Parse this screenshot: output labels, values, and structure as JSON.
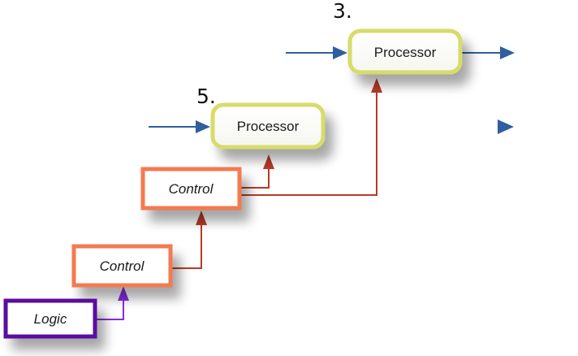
{
  "diagram": {
    "steps": {
      "top": "3.",
      "middle": "5."
    },
    "nodes": {
      "processor_top": "Processor",
      "processor_mid": "Processor",
      "control_upper": "Control",
      "control_lower": "Control",
      "logic": "Logic"
    },
    "colors": {
      "processor_border": "#d6dc6a",
      "control_border": "#f47a50",
      "logic_border": "#5a0f9e",
      "data_arrow": "#2f5f9e",
      "control_arrow": "#b83a28",
      "logic_arrow": "#8a2be2"
    }
  }
}
